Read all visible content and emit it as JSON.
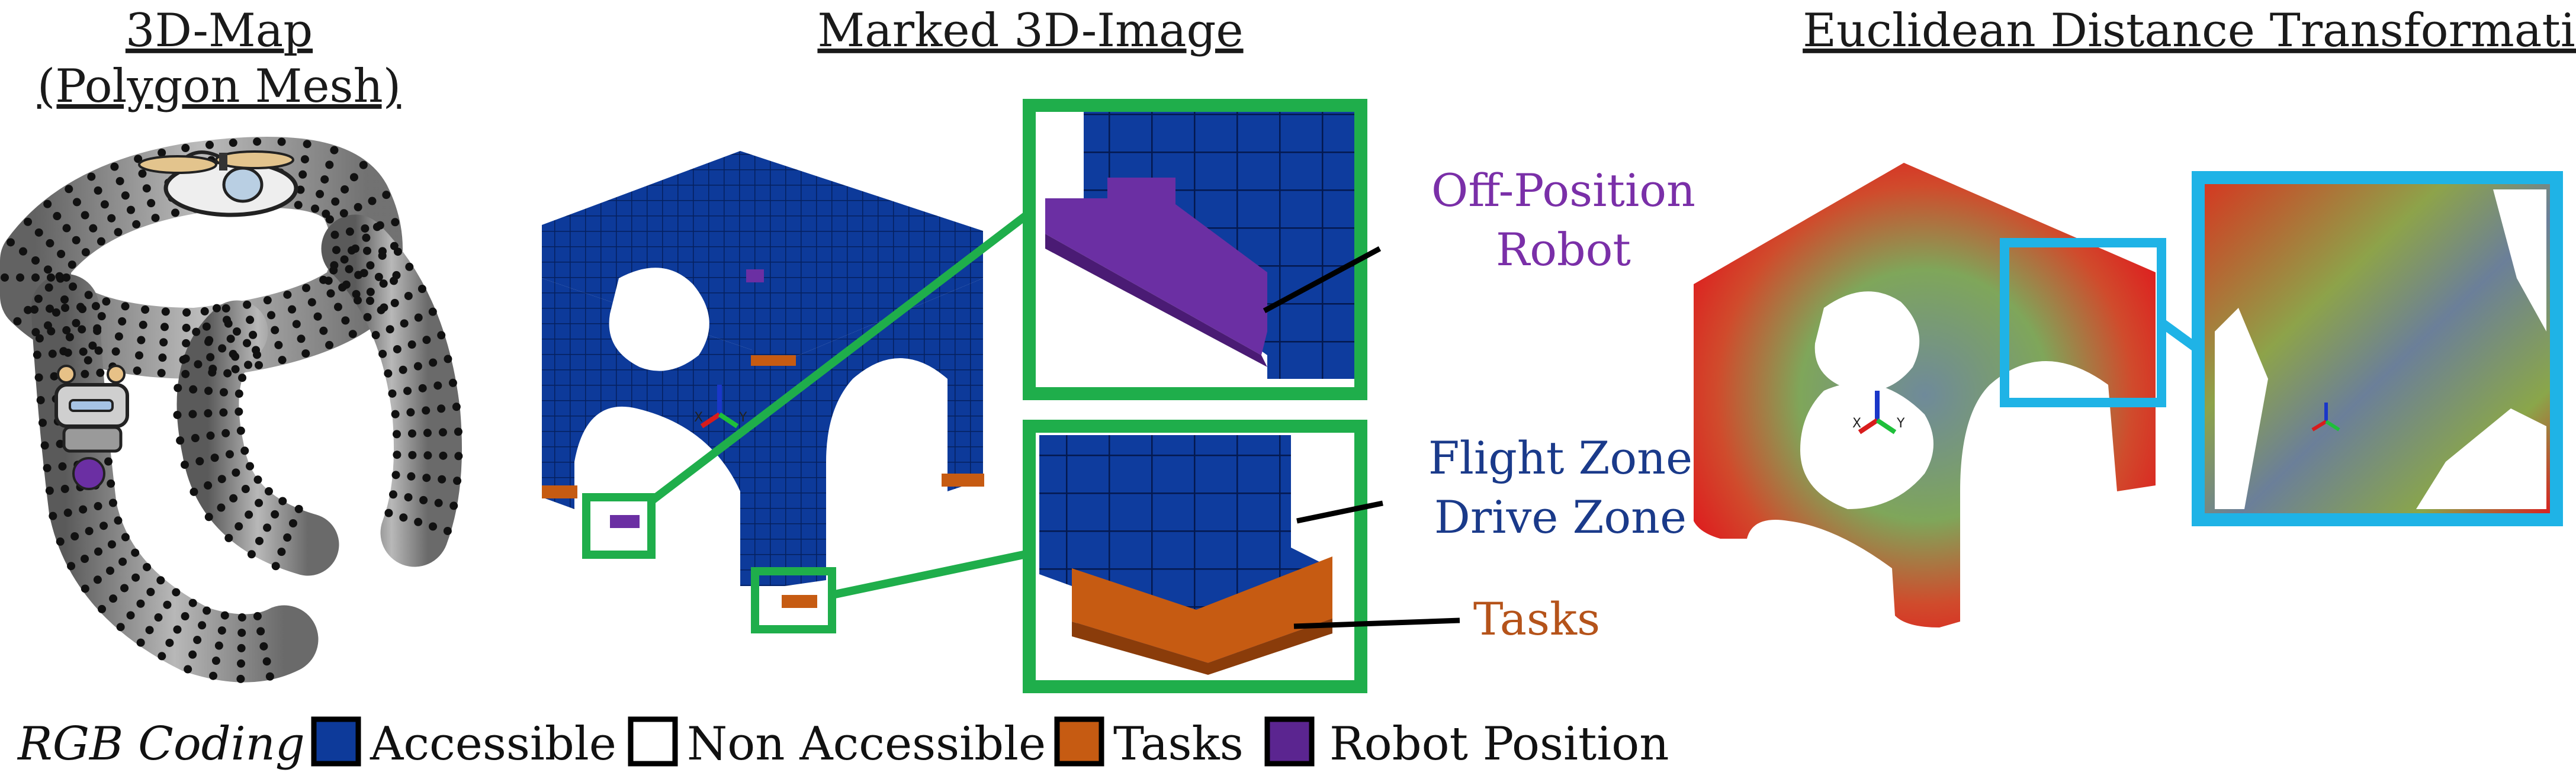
{
  "headings": {
    "map_line1": "3D-Map",
    "map_line2": "(Polygon Mesh)",
    "marked": "Marked 3D-Image",
    "edt": "Euclidean Distance Transformation"
  },
  "annotations": {
    "off_position_line1": "Off-Position",
    "off_position_line2": "Robot",
    "flight_zone": "Flight Zone",
    "drive_zone": "Drive Zone",
    "tasks": "Tasks"
  },
  "axes_triad": {
    "x": "X",
    "y": "Y"
  },
  "legend": {
    "title": "RGB Coding",
    "items": [
      {
        "label": "Accessible",
        "color": "#0d3a9a"
      },
      {
        "label": "Non Accessible",
        "color": "#ffffff"
      },
      {
        "label": "Tasks",
        "color": "#c65b12"
      },
      {
        "label": "Robot Position",
        "color": "#5b2590"
      }
    ]
  },
  "colors": {
    "accessible": "#0d3a9a",
    "tasks": "#c65b12",
    "robot": "#6b2fa3",
    "zoom_marked": "#1fae4b",
    "zoom_edt": "#1fb3e6",
    "off_position_text": "#7a2fa8",
    "zone_text": "#1a3a8a",
    "tasks_text": "#b5531a"
  }
}
